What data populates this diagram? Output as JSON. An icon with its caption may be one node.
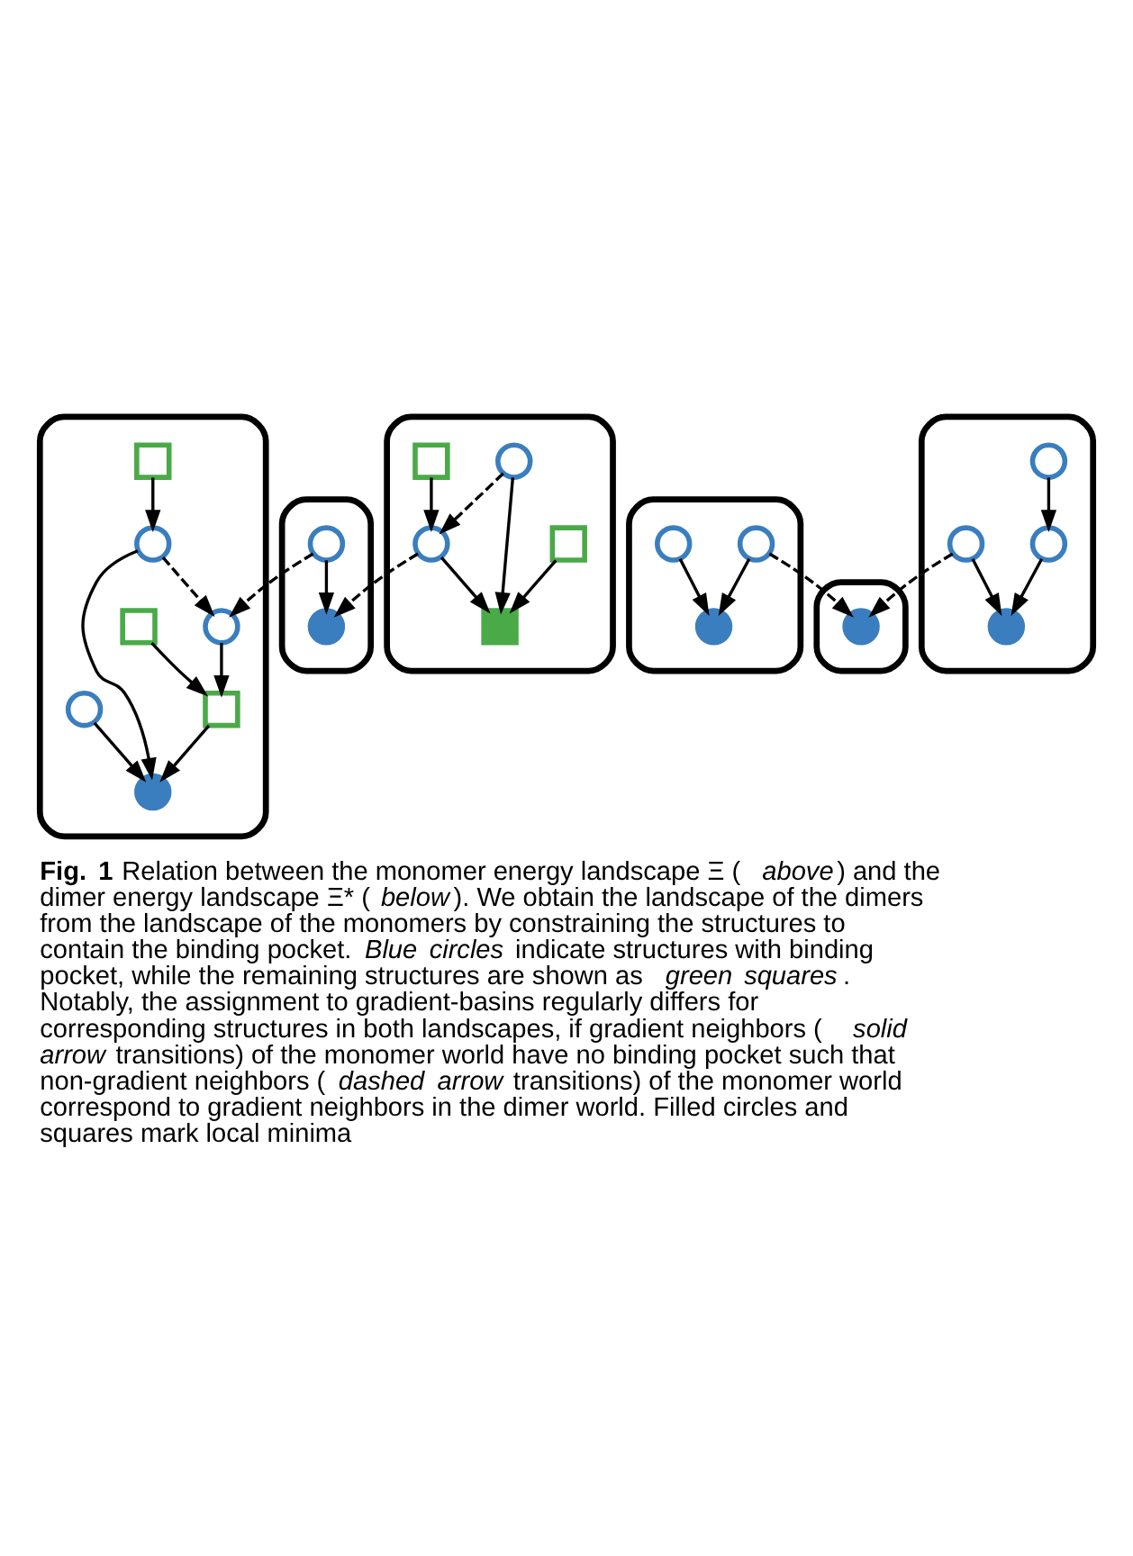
{
  "diagram": {
    "caption": "**Fig. 1** Relation between the monomer energy landscape Ξ (*above*) and the dimer energy landscape Ξ* (*below*). We obtain the landscape of the dimers from the landscape of the monomers by constraining the structures to contain the binding pocket. *Blue circles* indicate structures with binding pocket, while the remaining structures are shown as *green squares*. Notably, the assignment to gradient-basins regularly differs for corresponding structures in both landscapes, if gradient neighbors (*solid arrow* transitions) of the monomer world have no binding pocket such that non-gradient neighbors (*dashed arrow* transitions) of the monomer world correspond to gradient neighbors in the dimer world. Filled circles and squares mark local minima",
    "nodes": [
      {
        "text": [],
        "shape": "ellipse"
      },
      {
        "text": [],
        "shape": "circle",
        "in": 0
      },
      {
        "text": [],
        "shape": "circle",
        "in": 0
      },
      {
        "text": [],
        "shape": "ellipse"
      },
      {
        "text": [],
        "shape": "box",
        "in": 3
      },
      {
        "text": [],
        "shape": "box",
        "in": 3
      },
      {
        "text": [],
        "shape": "circle",
        "in": 3
      },
      {
        "text": [],
        "shape": "circle",
        "in": 3
      },
      {
        "text": [],
        "shape": "box",
        "in": 3
      },
      {
        "text": [],
        "shape": "ellipse"
      },
      {
        "text": [],
        "shape": "box",
        "in": 9
      },
      {
        "text": [],
        "shape": "circle",
        "in": 9
      },
      {
        "text": [],
        "shape": "circle",
        "in": 9
      },
      {
        "text": [],
        "shape": "box",
        "in": 9
      },
      {
        "text": [],
        "shape": "circle",
        "in": 9
      },
      {
        "text": [],
        "shape": "box",
        "in": 9
      },
      {
        "text": [],
        "shape": "circle",
        "in": 9
      },
      {
        "text": [],
        "shape": "ellipse"
      },
      {
        "text": [],
        "shape": "circle",
        "in": 17
      },
      {
        "text": [],
        "shape": "circle",
        "in": 17
      },
      {
        "text": [],
        "shape": "circle",
        "in": 17
      },
      {
        "text": [],
        "shape": "circle",
        "in": 17
      },
      {
        "text": [],
        "shape": "ellipse"
      },
      {
        "text": [],
        "shape": "circle",
        "in": 22
      },
      {
        "text": [],
        "shape": "ellipse"
      },
      {
        "text": [],
        "shape": "circle",
        "in": 24
      },
      {
        "text": [],
        "shape": "circle",
        "in": 24
      },
      {
        "text": [],
        "shape": "circle",
        "in": 24
      }
    ],
    "edges": [
      {
        "from": 1,
        "to": 2,
        "arrow": "to"
      },
      {
        "from": 1,
        "to": 11,
        "arrow": "to",
        "style": "dashed"
      },
      {
        "from": 4,
        "to": 5,
        "arrow": "to"
      },
      {
        "from": 6,
        "to": 5,
        "arrow": "to"
      },
      {
        "from": 7,
        "to": 5,
        "arrow": "to"
      },
      {
        "from": 7,
        "to": 6,
        "arrow": "to",
        "style": "dashed"
      },
      {
        "from": 8,
        "to": 6,
        "arrow": "to"
      },
      {
        "from": 6,
        "to": 2,
        "arrow": "to",
        "style": "dashed"
      },
      {
        "from": 10,
        "to": 12,
        "arrow": "to"
      },
      {
        "from": 12,
        "to": 11,
        "arrow": "to",
        "style": "dashed"
      },
      {
        "from": 12,
        "to": 14,
        "arrow": "to"
      },
      {
        "from": 11,
        "to": 13,
        "arrow": "to"
      },
      {
        "from": 13,
        "to": 14,
        "arrow": "to"
      },
      {
        "from": 15,
        "to": 13,
        "arrow": "to"
      },
      {
        "from": 16,
        "to": 14,
        "arrow": "to"
      },
      {
        "from": 18,
        "to": 19,
        "arrow": "to"
      },
      {
        "from": 20,
        "to": 19,
        "arrow": "to"
      },
      {
        "from": 21,
        "to": 20,
        "arrow": "to"
      },
      {
        "from": 18,
        "to": 23,
        "arrow": "to",
        "style": "dashed"
      },
      {
        "from": 25,
        "to": 23,
        "arrow": "to",
        "style": "dashed"
      },
      {
        "from": 25,
        "to": 26,
        "arrow": "to"
      },
      {
        "from": 27,
        "to": 26,
        "arrow": "to"
      }
    ]
  }
}
